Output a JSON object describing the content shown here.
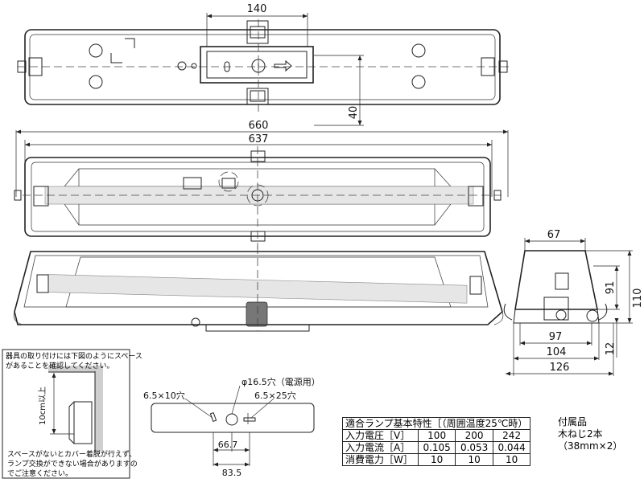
{
  "dimensions": {
    "top_width": "140",
    "top_height": "40",
    "overall_length": "660",
    "lamp_length": "637",
    "side_width": "67",
    "side_height_outer": "110",
    "side_height_inner": "91",
    "side_bottom": "12",
    "side_base_97": "97",
    "side_base_104": "104",
    "side_base_126": "126"
  },
  "mounting": {
    "hole_a": "6.5×10穴",
    "hole_power": "φ16.5穴（電源用）",
    "hole_b": "6.5×25穴",
    "dim_a": "66.7",
    "dim_b": "83.5"
  },
  "notes": {
    "space_note": [
      "器具の取り付けには下図のようにスペース",
      "があることを確認してください。"
    ],
    "vertical_label": "10cm以上",
    "warning": [
      "スペースがないとカバー着脱が行えず、",
      "ランプ交換ができない場合がありますの",
      "でご注意ください。"
    ]
  },
  "spec_table": {
    "title": "適合ランプ基本特性［（周囲温度25℃時）",
    "rows": [
      {
        "label": "入力電圧［V］",
        "values": [
          "100",
          "200",
          "242"
        ]
      },
      {
        "label": "入力電流［A］",
        "values": [
          "0.105",
          "0.053",
          "0.044"
        ]
      },
      {
        "label": "消費電力［W］",
        "values": [
          "10",
          "10",
          "10"
        ]
      }
    ]
  },
  "accessories": {
    "title": "付属品",
    "item": "木ねじ2本",
    "size": "（38mm×2）"
  }
}
